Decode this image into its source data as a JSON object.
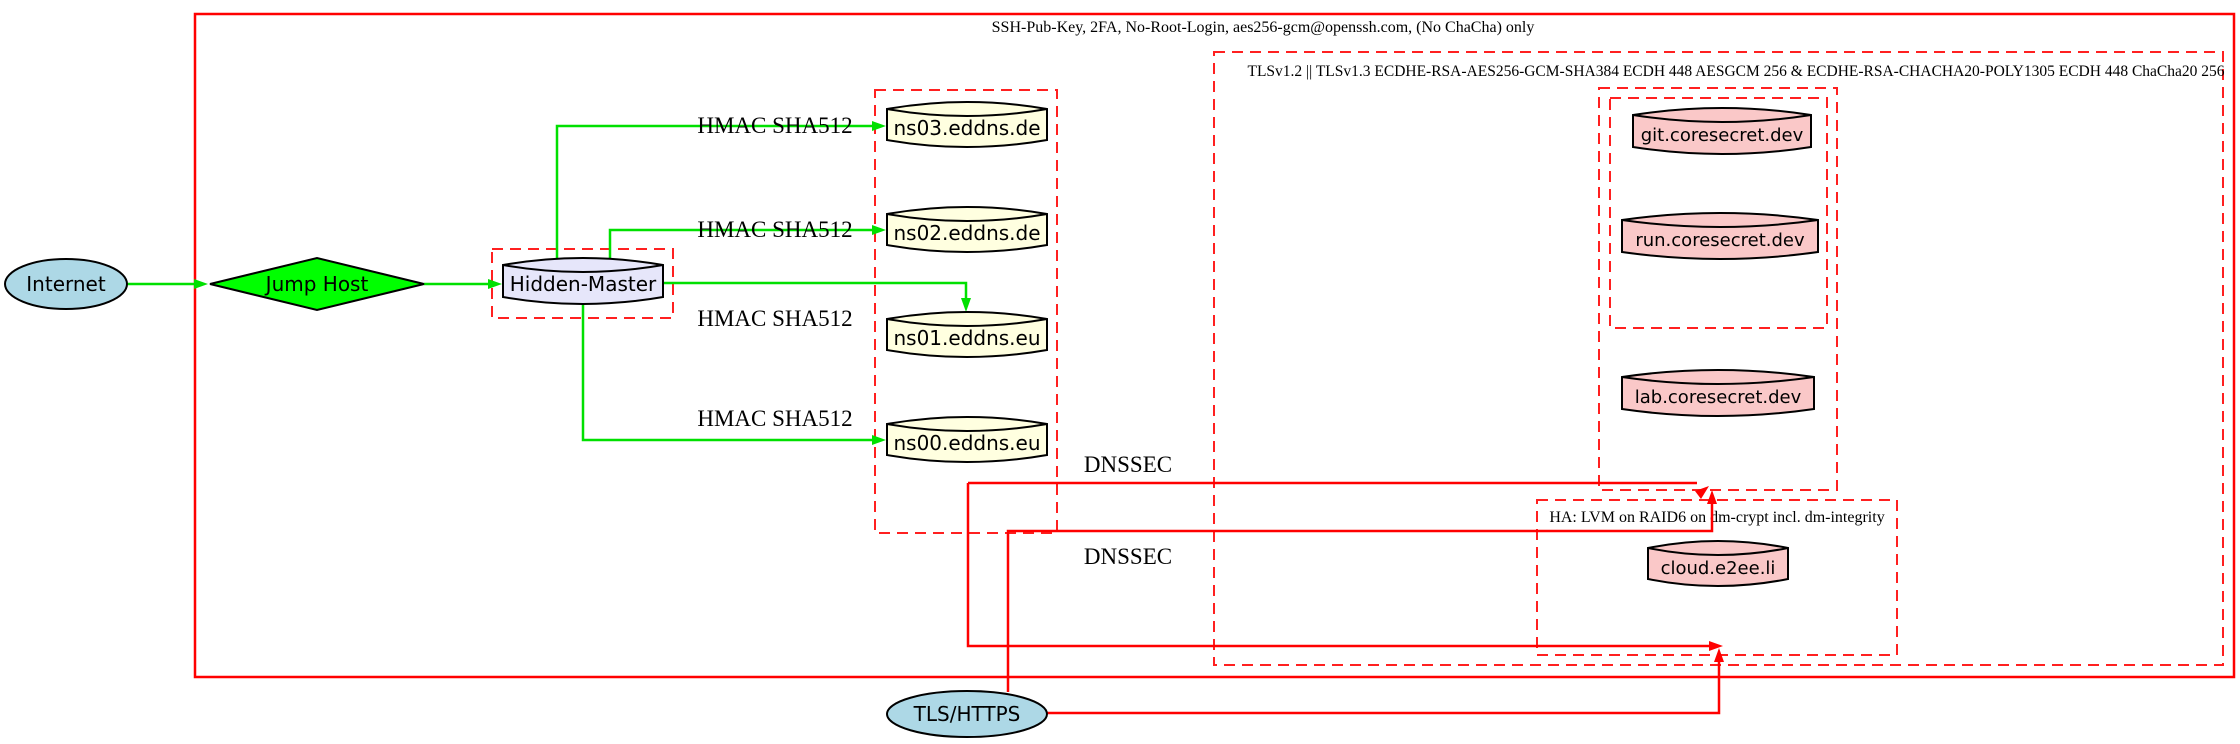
{
  "diagram": {
    "clusters": {
      "ssh": {
        "label": "SSH-Pub-Key, 2FA, No-Root-Login, aes256-gcm@openssh.com, (No ChaCha) only"
      },
      "tls": {
        "label": "TLSv1.2 || TLSv1.3 ECDHE-RSA-AES256-GCM-SHA384 ECDH 448 AESGCM 256 & ECDHE-RSA-CHACHA20-POLY1305 ECDH 448 ChaCha20 256"
      },
      "ha": {
        "label": "HA: LVM on RAID6 on dm-crypt incl. dm-integrity"
      }
    },
    "nodes": {
      "internet": {
        "label": "Internet"
      },
      "jump_host": {
        "label": "Jump Host"
      },
      "hidden_master": {
        "label": "Hidden-Master"
      },
      "ns03": {
        "label": "ns03.eddns.de"
      },
      "ns02": {
        "label": "ns02.eddns.de"
      },
      "ns01": {
        "label": "ns01.eddns.eu"
      },
      "ns00": {
        "label": "ns00.eddns.eu"
      },
      "git": {
        "label": "git.coresecret.dev"
      },
      "run": {
        "label": "run.coresecret.dev"
      },
      "lab": {
        "label": "lab.coresecret.dev"
      },
      "cloud": {
        "label": "cloud.e2ee.li"
      },
      "tls_https": {
        "label": "TLS/HTTPS"
      }
    },
    "edge_labels": {
      "hmac1": "HMAC SHA512",
      "hmac2": "HMAC SHA512",
      "hmac3": "HMAC SHA512",
      "hmac4": "HMAC SHA512",
      "dnssec1": "DNSSEC",
      "dnssec2": "DNSSEC"
    },
    "colors": {
      "secure_edge_green": "#00e000",
      "dnssec_edge_red": "#ff0000",
      "cluster_border_red": "#ff2020",
      "internet_fill": "#add8e6",
      "jump_host_fill": "#00ff00",
      "hidden_master_fill": "#e6e6fa",
      "nameserver_fill": "#ffffe0",
      "service_fill": "#fac8c8",
      "tls_https_fill": "#add8e6"
    }
  }
}
